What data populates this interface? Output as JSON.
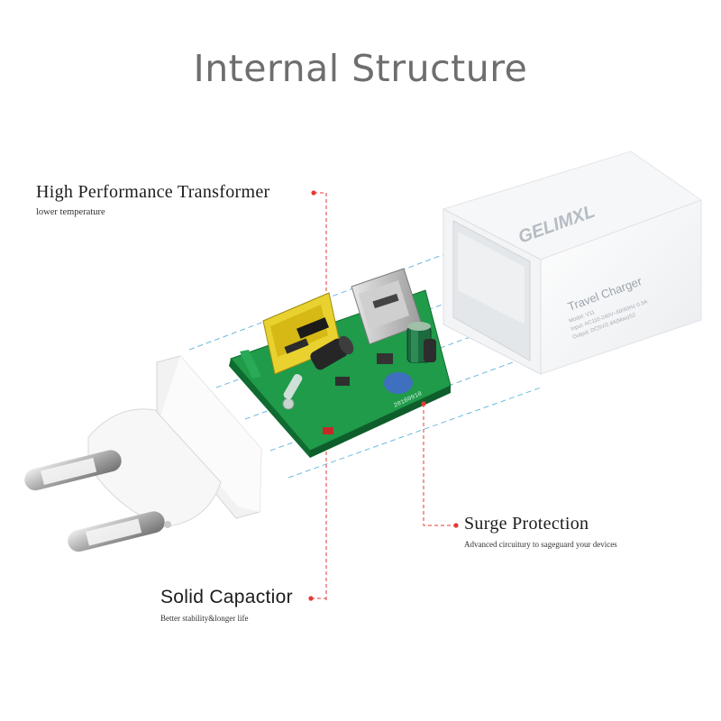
{
  "title": "Internal Structure",
  "callouts": {
    "transformer": {
      "heading": "High Performance Transformer",
      "subtext": "lower temperature"
    },
    "surge": {
      "heading": "Surge Protection",
      "subtext": "Advanced circuitury to sageguard your devices"
    },
    "capacitor": {
      "heading": "Solid Capactior",
      "subtext": "Better stability&longer life"
    }
  },
  "case_label": {
    "brand": "GELIMXL",
    "product": "Travel Charger",
    "spec_lines": [
      "Model: V11",
      "Input: AC110-240V~50/60Hz 0.3A",
      "Output: DC5V/2.4A(Max)S2"
    ]
  },
  "board_marking": "20160910",
  "colors": {
    "accent_red": "#e53935",
    "pcb_green": "#1f9b4a",
    "title_gray": "#6e6e6e",
    "guide_blue": "#5fb2dc"
  }
}
